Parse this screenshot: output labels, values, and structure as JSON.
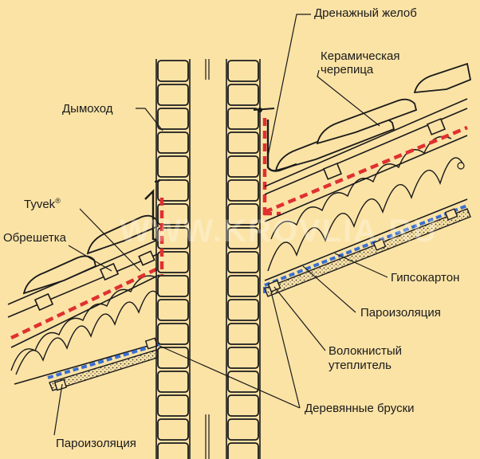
{
  "labels": {
    "drain_gutter": "Дренажный желоб",
    "ceramic_tile_1": "Керамическая",
    "ceramic_tile_2": "черепица",
    "chimney": "Дымоход",
    "tyvek": "Tyvek",
    "tyvek_mark": "®",
    "batten": "Обрешетка",
    "drywall": "Гипсокартон",
    "vapor_barrier_right": "Пароизоляция",
    "fiber_insulation_1": "Волокнистый",
    "fiber_insulation_2": "утеплитель",
    "wood_bars": "Деревянные бруски",
    "vapor_barrier_bottom": "Пароизоляция"
  },
  "watermark": "WWW.KROVLIA.RU",
  "colors": {
    "background": "#fbe3a6",
    "line": "#1a1a1a",
    "membrane_red": "#e03030",
    "vapor_blue": "#3a6fd0"
  }
}
